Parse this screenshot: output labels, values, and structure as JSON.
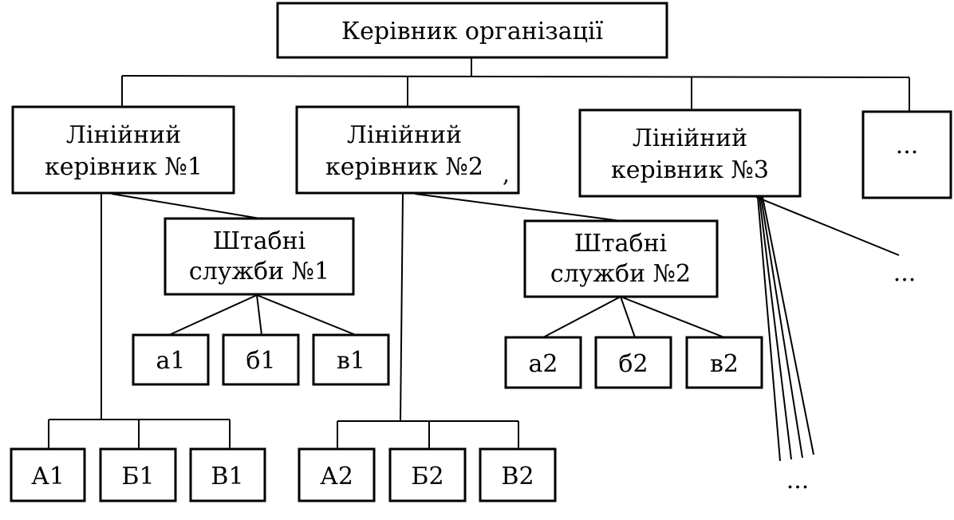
{
  "top": {
    "label": "Керівник організації"
  },
  "line_managers": [
    {
      "line1": "Лінійний",
      "line2": "керівник №1"
    },
    {
      "line1": "Лінійний",
      "line2": "керівник №2"
    },
    {
      "line1": "Лінійний",
      "line2": "керівник №3"
    }
  ],
  "more_manager": "...",
  "staff": [
    {
      "line1": "Штабні",
      "line2": "служби №1"
    },
    {
      "line1": "Штабні",
      "line2": "служби №2"
    }
  ],
  "staff1_units": [
    "а1",
    "б1",
    "в1"
  ],
  "staff2_units": [
    "а2",
    "б2",
    "в2"
  ],
  "units1": [
    "А1",
    "Б1",
    "В1"
  ],
  "units2": [
    "А2",
    "Б2",
    "В2"
  ],
  "ellipsis_right": "...",
  "ellipsis_bottom": "...",
  "stray_comma": ","
}
